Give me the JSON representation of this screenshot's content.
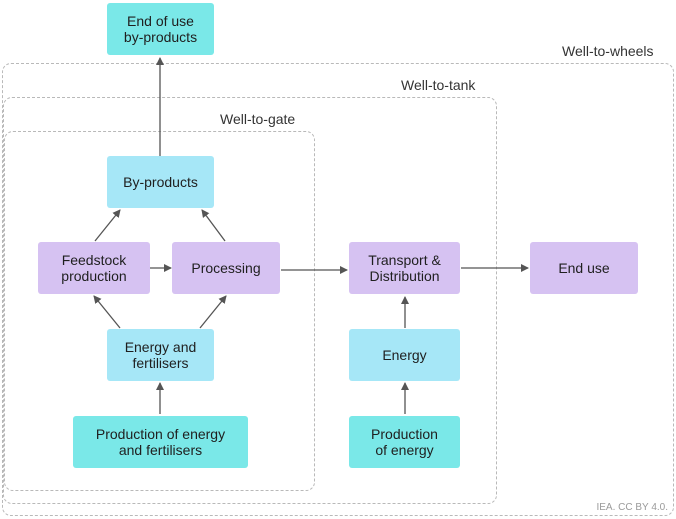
{
  "regions": {
    "well_to_wheels": "Well-to-wheels",
    "well_to_tank": "Well-to-tank",
    "well_to_gate": "Well-to-gate"
  },
  "nodes": {
    "end_of_use_byproducts": "End of use\nby-products",
    "byproducts": "By-products",
    "feedstock_production": "Feedstock\nproduction",
    "processing": "Processing",
    "energy_and_fertilisers": "Energy and\nfertilisers",
    "production_energy_fertilisers": "Production of energy\nand fertilisers",
    "transport_distribution": "Transport &\nDistribution",
    "end_use": "End use",
    "energy": "Energy",
    "production_of_energy": "Production\nof energy"
  },
  "colors": {
    "teal": "#7ae8e8",
    "cyan": "#a6e7f7",
    "purple": "#d6c2f2",
    "arrow": "#555555"
  },
  "credit": "IEA. CC BY 4.0."
}
